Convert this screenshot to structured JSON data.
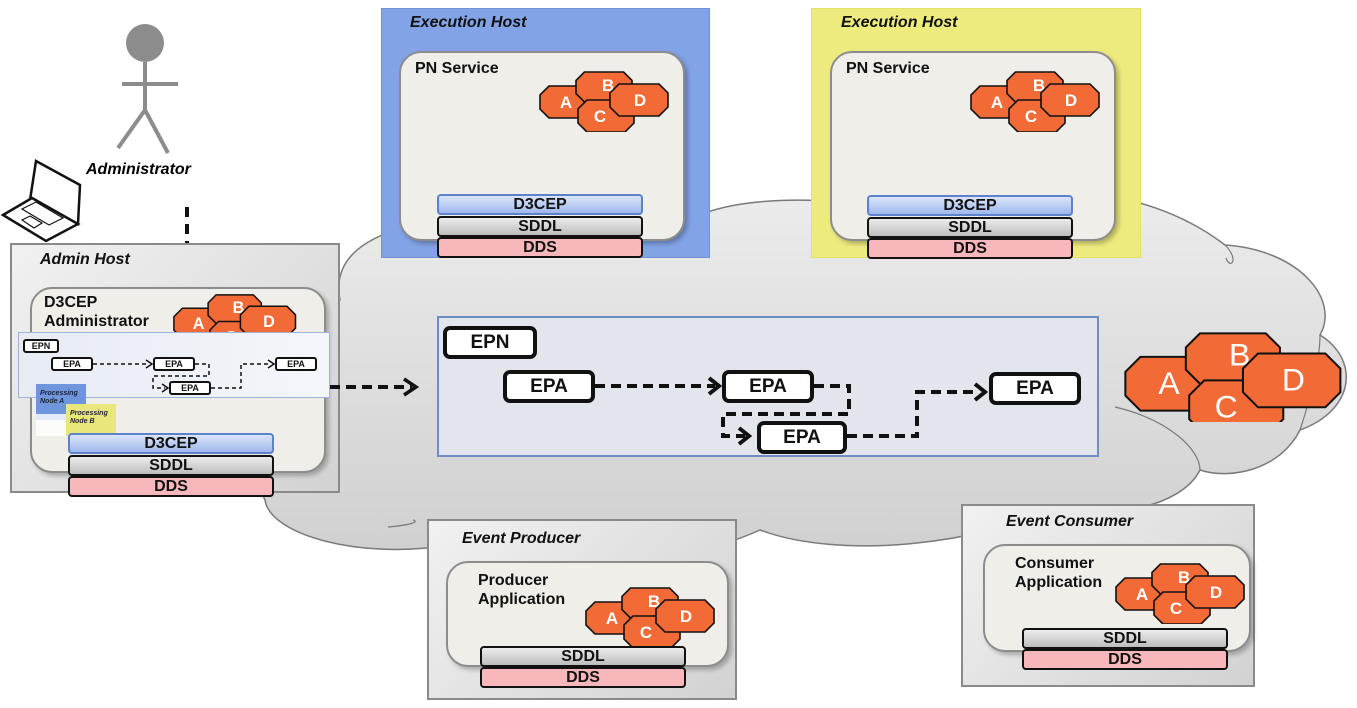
{
  "actor": {
    "label": "Administrator",
    "icon": "stick-figure-icon"
  },
  "laptop": {
    "icon": "laptop-icon"
  },
  "admin_host": {
    "title": "Admin Host",
    "component": {
      "title_line1": "D3CEP",
      "title_line2": "Administrator"
    },
    "mini_epn": {
      "epn_label": "EPN",
      "epa_labels": [
        "EPA",
        "EPA",
        "EPA",
        "EPA"
      ]
    },
    "processing_nodes": [
      {
        "line1": "Processing",
        "line2": "Node A",
        "color": "#6f96dc"
      },
      {
        "line1": "Processing",
        "line2": "Node B",
        "color": "#e9e67c"
      }
    ],
    "layers": [
      "D3CEP",
      "SDDL",
      "DDS"
    ]
  },
  "execution_hosts": [
    {
      "title": "Execution Host",
      "component": "PN Service",
      "color": "#82a3e6",
      "layers": [
        "D3CEP",
        "SDDL",
        "DDS"
      ]
    },
    {
      "title": "Execution Host",
      "component": "PN Service",
      "color": "#eeeb7e",
      "layers": [
        "D3CEP",
        "SDDL",
        "DDS"
      ]
    }
  ],
  "epn_diagram": {
    "epn_label": "EPN",
    "epa_labels": [
      "EPA",
      "EPA",
      "EPA",
      "EPA"
    ]
  },
  "agents": [
    "A",
    "B",
    "C",
    "D"
  ],
  "event_producer": {
    "title": "Event Producer",
    "component_line1": "Producer",
    "component_line2": "Application",
    "layers": [
      "SDDL",
      "DDS"
    ]
  },
  "event_consumer": {
    "title": "Event Consumer",
    "component_line1": "Consumer",
    "component_line2": "Application",
    "layers": [
      "SDDL",
      "DDS"
    ]
  },
  "colors": {
    "agent_fill": "#f26a35",
    "cloud_fill": "#dcdcdc",
    "d3cep_layer": "#a9c0ee",
    "sddl_layer": "#cfcfcf",
    "dds_layer": "#f8b7ba"
  }
}
